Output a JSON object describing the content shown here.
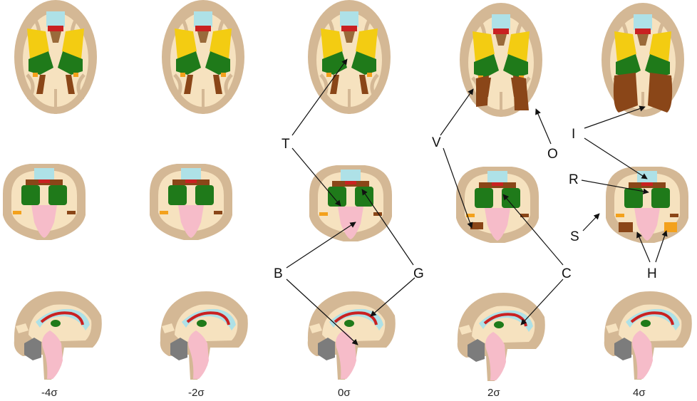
{
  "columns": [
    "-4σ",
    "-2σ",
    "0σ",
    "2σ",
    "4σ"
  ],
  "labels": {
    "T": "T",
    "V": "V",
    "I": "I",
    "O": "O",
    "R": "R",
    "S": "S",
    "B": "B",
    "G": "G",
    "C": "C",
    "H": "H"
  },
  "colors": {
    "outer": "#d4b895",
    "inner": "#f6e2bf",
    "yellow": "#f3cc12",
    "green": "#1f7a1a",
    "brown": "#8a4618",
    "red": "#c92121",
    "cyan": "#aee1e7",
    "pink": "#f6bcc9",
    "orange": "#f3a11c",
    "gray": "#7c7c7c"
  }
}
